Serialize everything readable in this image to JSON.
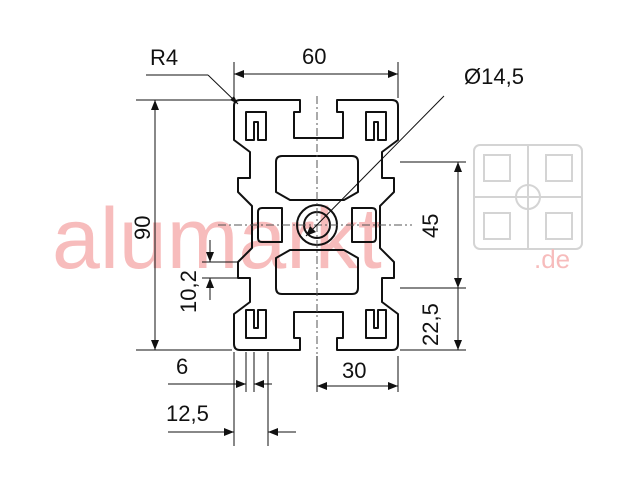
{
  "watermark": {
    "brand": "alumarkt",
    "tld": ".de",
    "color": "#f7bcbc",
    "logo_color": "#dcdcdc"
  },
  "dimensions": {
    "radius": "R4",
    "width": "60",
    "diameter": "Ø14,5",
    "height": "90",
    "spacing_45": "45",
    "slot_10_2": "10,2",
    "spacing_22_5": "22,5",
    "slot_6": "6",
    "half_30": "30",
    "offset_12_5": "12,5"
  },
  "colors": {
    "line": "#111111",
    "center_line": "#555555"
  }
}
